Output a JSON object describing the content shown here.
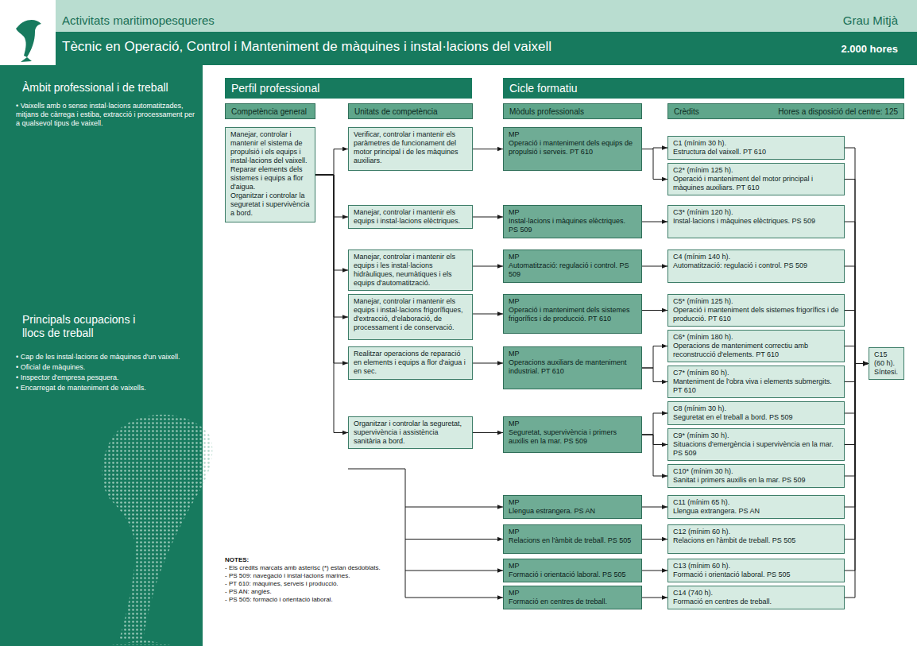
{
  "diagram": {
    "title": "Tècnic en Operació, Control i Manteniment de màquines i instal·lacions del vaixell",
    "nodes": [
      {
        "text": [
          "Perfil professional"
        ]
      },
      {
        "text": [
          "Cicle formatiu"
        ]
      },
      {
        "text": [
          "Competència general"
        ]
      },
      {
        "text": [
          "Unitats de competència"
        ]
      },
      {
        "text": [
          "Mòduls professionals"
        ]
      },
      {
        "text": [
          "Crèdits",
          "Hores a disposició del centre: 125"
        ]
      },
      {
        "text": [
          "Manejar, controlar i mantenir el sistema de propulsió i els equips i instal·lacions del vaixell.",
          "Reparar elements dels sistemes i equips a flor d'aigua.",
          "Organitzar i controlar la seguretat i supervivència a bord."
        ]
      },
      {
        "text": [
          "Verificar, controlar i mantenir els paràmetres de funcionament del motor principal i de les màquines auxiliars."
        ]
      },
      {
        "text": [
          "Manejar, controlar i mantenir els equips i instal·lacions elèctriques."
        ]
      },
      {
        "text": [
          "Manejar, controlar i mantenir els equips i les instal·lacions hidràuliques, neumàtiques i els equips d'automatització."
        ]
      },
      {
        "text": [
          "Manejar, controlar i mantenir els equips i instal·lacions frigorífiques, d'extracció, d'elaboració, de processament i de conservació."
        ]
      },
      {
        "text": [
          "Realitzar operacions de reparació en elements i equips a flor d'aigua i en sec."
        ]
      },
      {
        "text": [
          "Organitzar i controlar la seguretat, supervivència i assistència sanitària a bord."
        ]
      },
      {
        "text": [
          "MP",
          "Operació i manteniment dels equips de propulsió i serveis. PT 610"
        ]
      },
      {
        "text": [
          "MP",
          "Instal·lacions i màquines elèctriques. PS 509"
        ]
      },
      {
        "text": [
          "MP",
          "Automatització: regulació i control. PS 509"
        ]
      },
      {
        "text": [
          "MP",
          "Operació i manteniment dels sistemes frigorífics i de producció. PT 610"
        ]
      },
      {
        "text": [
          "MP",
          "Operacions auxiliars de manteniment industrial. PT 610"
        ]
      },
      {
        "text": [
          "MP",
          "Seguretat, supervivència i primers auxilis en la mar. PS 509"
        ]
      },
      {
        "text": [
          "MP",
          "Llengua estrangera. PS AN"
        ]
      },
      {
        "text": [
          "MP",
          "Relacions en l'àmbit de treball. PS 505"
        ]
      },
      {
        "text": [
          "MP",
          "Formació i orientació laboral. PS 505"
        ]
      },
      {
        "text": [
          "MP",
          "Formació en centres de treball."
        ]
      },
      {
        "text": [
          "C1 (mínim 30 h).",
          "Estructura del vaixell. PT 610"
        ]
      },
      {
        "text": [
          "C2* (mínim 125 h).",
          "Operació i manteniment del motor principal i màquines auxiliars. PT 610"
        ]
      },
      {
        "text": [
          "C3* (mínim 120 h).",
          "Instal·lacions i màquines elèctriques. PS 509"
        ]
      },
      {
        "text": [
          "C4 (mínim 140 h).",
          "Automatització: regulació i control. PS 509"
        ]
      },
      {
        "text": [
          "C5* (mínim 125 h).",
          "Operació i manteniment dels sistemes frigorífics i de producció. PT 610"
        ]
      },
      {
        "text": [
          "C6* (mínim 180 h).",
          "Operacions de manteniment correctiu amb reconstrucció d'elements. PT 610"
        ]
      },
      {
        "text": [
          "C7* (mínim 80 h).",
          "Manteniment de l'obra viva i elements submergits. PT 610"
        ]
      },
      {
        "text": [
          "C8 (mínim 30 h).",
          "Seguretat en el treball a bord. PS 509"
        ]
      },
      {
        "text": [
          "C9* (mínim 30 h).",
          "Situacions d'emergència i supervivència en la mar. PS 509"
        ]
      },
      {
        "text": [
          "C10* (mínim 30 h).",
          "Sanitat i primers auxilis en la mar. PS 509"
        ]
      },
      {
        "text": [
          "C11 (mínim 65 h).",
          "Llengua extrangera. PS AN"
        ]
      },
      {
        "text": [
          "C12 (mínim 60 h).",
          "Relacions en l'àmbit de treball. PS 505"
        ]
      },
      {
        "text": [
          "C13 (mínim 60 h).",
          "Formació i orientació laboral. PS 505"
        ]
      },
      {
        "text": [
          "C14 (740 h).",
          "Formació en centres de treball."
        ]
      },
      {
        "text": [
          "C15 (60 h). Síntesi."
        ]
      }
    ],
    "edges": [
      {
        "from": 6,
        "to": 7,
        "arrow": "to"
      },
      {
        "from": 6,
        "to": 8,
        "arrow": "to"
      },
      {
        "from": 6,
        "to": 9,
        "arrow": "to"
      },
      {
        "from": 6,
        "to": 10,
        "arrow": "to"
      },
      {
        "from": 6,
        "to": 11,
        "arrow": "to"
      },
      {
        "from": 6,
        "to": 12,
        "arrow": "to"
      },
      {
        "from": 7,
        "to": 13,
        "arrow": "to"
      },
      {
        "from": 8,
        "to": 14,
        "arrow": "to"
      },
      {
        "from": 9,
        "to": 15,
        "arrow": "to"
      },
      {
        "from": 10,
        "to": 16,
        "arrow": "to"
      },
      {
        "from": 11,
        "to": 17,
        "arrow": "to"
      },
      {
        "from": 12,
        "to": 18,
        "arrow": "to"
      },
      {
        "from": 13,
        "to": 23,
        "arrow": "to"
      },
      {
        "from": 13,
        "to": 24,
        "arrow": "to"
      },
      {
        "from": 14,
        "to": 25,
        "arrow": "to"
      },
      {
        "from": 15,
        "to": 26,
        "arrow": "to"
      },
      {
        "from": 16,
        "to": 27,
        "arrow": "to"
      },
      {
        "from": 17,
        "to": 28,
        "arrow": "to"
      },
      {
        "from": 17,
        "to": 29,
        "arrow": "to"
      },
      {
        "from": 18,
        "to": 30,
        "arrow": "to"
      },
      {
        "from": 18,
        "to": 31,
        "arrow": "to"
      },
      {
        "from": 18,
        "to": 32,
        "arrow": "to"
      },
      {
        "from": 19,
        "to": 33,
        "arrow": "to"
      },
      {
        "from": 20,
        "to": 34,
        "arrow": "to"
      },
      {
        "from": 21,
        "to": 35,
        "arrow": "to"
      },
      {
        "from": 22,
        "to": 36,
        "arrow": "to"
      },
      {
        "from": 23,
        "to": 37,
        "arrow": "to"
      },
      {
        "from": 24,
        "to": 37,
        "arrow": "to"
      },
      {
        "from": 25,
        "to": 37,
        "arrow": "to"
      },
      {
        "from": 26,
        "to": 37,
        "arrow": "to"
      },
      {
        "from": 27,
        "to": 37,
        "arrow": "to"
      },
      {
        "from": 28,
        "to": 37,
        "arrow": "to"
      },
      {
        "from": 29,
        "to": 37,
        "arrow": "to"
      },
      {
        "from": 30,
        "to": 37,
        "arrow": "to"
      },
      {
        "from": 31,
        "to": 37,
        "arrow": "to"
      },
      {
        "from": 32,
        "to": 37,
        "arrow": "to"
      },
      {
        "from": 33,
        "to": 37,
        "arrow": "to"
      },
      {
        "from": 34,
        "to": 37,
        "arrow": "to"
      },
      {
        "from": 35,
        "to": 37,
        "arrow": "to"
      },
      {
        "from": 36,
        "to": 37,
        "arrow": "to"
      }
    ],
    "labels": [
      "Activitats maritimopesqueres",
      "Grau Mitjà",
      "2.000 hores",
      "Àmbit professional i de treball",
      "• Vaixells amb o sense instal·lacions automatitzades, mitjans de càrrega i estiba, extracció i processament per a qualsevol tipus de vaixell.",
      "Principals ocupacions i llocs de treball",
      "• Cap de les instal·lacions de màquines d'un vaixell.",
      "• Oficial de màquines.",
      "• Inspector d'empresa pesquera.",
      "• Encarregat de manteniment de vaixells.",
      "NOTES:",
      "- Els crèdits marcats amb asterisc (*) estan desdoblats.",
      "- PS 509: navegació i instal·lacions marines.",
      "- PT 610: màquines, serveis i producció.",
      "- PS AN: anglès.",
      "- PS 505: formació i orientació laboral."
    ]
  }
}
